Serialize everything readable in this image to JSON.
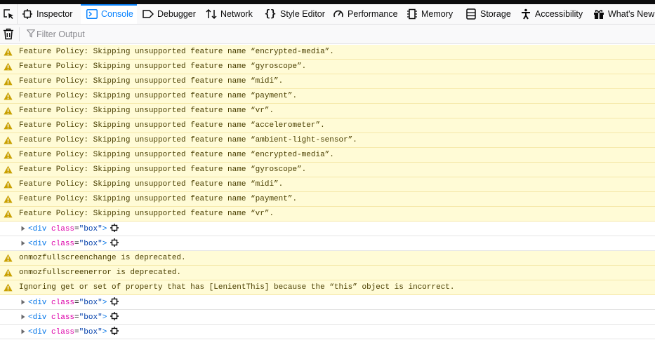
{
  "toolbar": {
    "tabs": [
      {
        "label": "Inspector",
        "icon": "inspector-icon"
      },
      {
        "label": "Console",
        "icon": "console-icon",
        "selected": true
      },
      {
        "label": "Debugger",
        "icon": "debugger-icon"
      },
      {
        "label": "Network",
        "icon": "network-icon"
      },
      {
        "label": "Style Editor",
        "icon": "style-editor-icon"
      },
      {
        "label": "Performance",
        "icon": "performance-icon"
      },
      {
        "label": "Memory",
        "icon": "memory-icon"
      },
      {
        "label": "Storage",
        "icon": "storage-icon"
      },
      {
        "label": "Accessibility",
        "icon": "accessibility-icon"
      },
      {
        "label": "What's New",
        "icon": "whats-new-icon"
      }
    ]
  },
  "filter": {
    "placeholder": "Filter Output"
  },
  "colors": {
    "accent": "#0a84ff",
    "warning_bg": "#fffbd6",
    "warning_icon": "#c9a000",
    "tag": "#0074e8",
    "attr_name": "#dd00a9",
    "attr_value": "#003eaa"
  },
  "messages": [
    {
      "type": "warning",
      "text": "Feature Policy: Skipping unsupported feature name “encrypted-media”."
    },
    {
      "type": "warning",
      "text": "Feature Policy: Skipping unsupported feature name “gyroscope”."
    },
    {
      "type": "warning",
      "text": "Feature Policy: Skipping unsupported feature name “midi”."
    },
    {
      "type": "warning",
      "text": "Feature Policy: Skipping unsupported feature name “payment”."
    },
    {
      "type": "warning",
      "text": "Feature Policy: Skipping unsupported feature name “vr”."
    },
    {
      "type": "warning",
      "text": "Feature Policy: Skipping unsupported feature name “accelerometer”."
    },
    {
      "type": "warning",
      "text": "Feature Policy: Skipping unsupported feature name “ambient-light-sensor”."
    },
    {
      "type": "warning",
      "text": "Feature Policy: Skipping unsupported feature name “encrypted-media”."
    },
    {
      "type": "warning",
      "text": "Feature Policy: Skipping unsupported feature name “gyroscope”."
    },
    {
      "type": "warning",
      "text": "Feature Policy: Skipping unsupported feature name “midi”."
    },
    {
      "type": "warning",
      "text": "Feature Policy: Skipping unsupported feature name “payment”."
    },
    {
      "type": "warning",
      "text": "Feature Policy: Skipping unsupported feature name “vr”."
    },
    {
      "type": "node",
      "tag": "div",
      "attr": "class",
      "value": "box"
    },
    {
      "type": "node",
      "tag": "div",
      "attr": "class",
      "value": "box"
    },
    {
      "type": "warning",
      "text": "onmozfullscreenchange is deprecated."
    },
    {
      "type": "warning",
      "text": "onmozfullscreenerror is deprecated."
    },
    {
      "type": "warning",
      "text": "Ignoring get or set of property that has [LenientThis] because the “this” object is incorrect."
    },
    {
      "type": "node",
      "tag": "div",
      "attr": "class",
      "value": "box"
    },
    {
      "type": "node",
      "tag": "div",
      "attr": "class",
      "value": "box"
    },
    {
      "type": "node",
      "tag": "div",
      "attr": "class",
      "value": "box"
    }
  ]
}
